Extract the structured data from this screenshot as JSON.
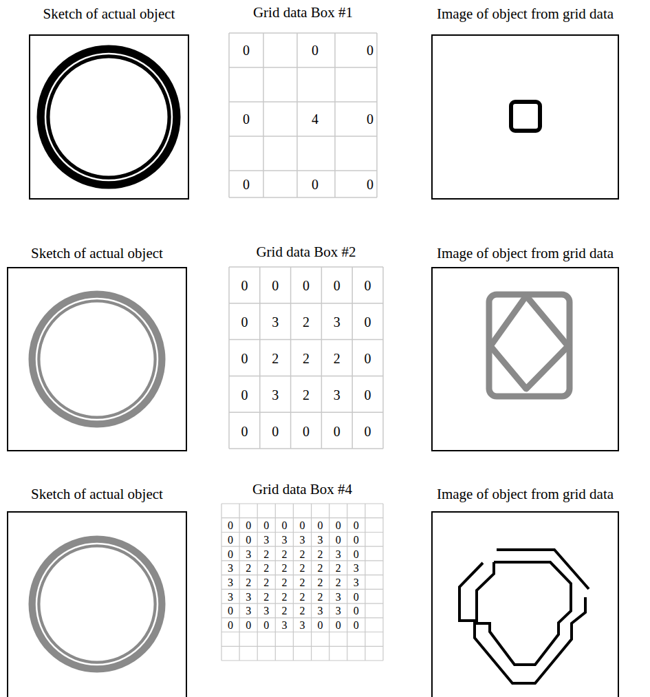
{
  "diagram": {
    "nodes": [
      {
        "text": [
          "Sketch of actual object"
        ]
      },
      {
        "text": [
          "Grid data Box #1"
        ]
      },
      {
        "text": [
          "Image of object from grid data"
        ]
      },
      {
        "text": [
          "Sketch of actual object"
        ]
      },
      {
        "text": [
          "Grid data Box #2"
        ]
      },
      {
        "text": [
          "Image of object from grid data"
        ]
      },
      {
        "text": [
          "Sketch of actual object"
        ]
      },
      {
        "text": [
          "Grid data Box #4"
        ]
      },
      {
        "text": [
          "Image of object from grid data"
        ]
      }
    ],
    "labels": [
      "0",
      "0",
      "0",
      "0",
      "4",
      "0",
      "0",
      "0",
      "0",
      "0",
      "0",
      "0",
      "0",
      "0",
      "0",
      "3",
      "2",
      "3",
      "0",
      "0",
      "2",
      "2",
      "2",
      "0",
      "0",
      "3",
      "2",
      "3",
      "0",
      "0",
      "0",
      "0",
      "0",
      "0",
      "0",
      "0",
      "0",
      "0",
      "0",
      "0",
      "0",
      "0",
      "0",
      "0",
      "3",
      "3",
      "3",
      "3",
      "0",
      "0",
      "0",
      "3",
      "2",
      "2",
      "2",
      "2",
      "3",
      "0",
      "3",
      "2",
      "2",
      "2",
      "2",
      "2",
      "2",
      "3",
      "3",
      "2",
      "2",
      "2",
      "2",
      "2",
      "2",
      "3",
      "3",
      "3",
      "2",
      "2",
      "2",
      "2",
      "3",
      "0",
      "0",
      "3",
      "3",
      "2",
      "2",
      "3",
      "3",
      "0",
      "0",
      "0",
      "0",
      "3",
      "3",
      "0",
      "0",
      "0"
    ]
  }
}
